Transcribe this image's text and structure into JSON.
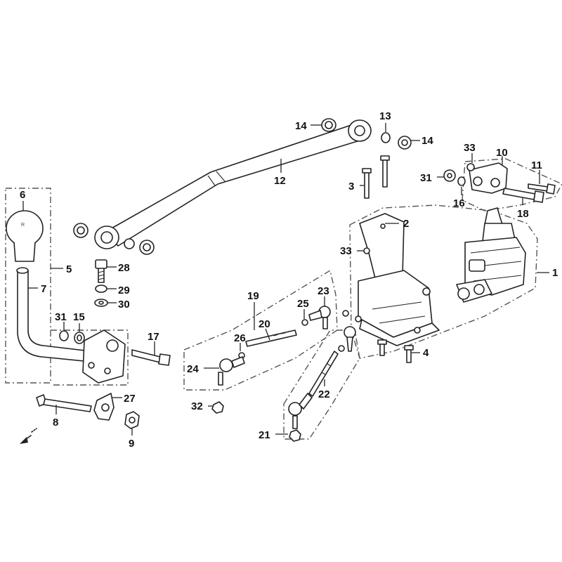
{
  "callouts": [
    {
      "id": "1",
      "label": "1"
    },
    {
      "id": "2",
      "label": "2"
    },
    {
      "id": "3",
      "label": "3"
    },
    {
      "id": "4",
      "label": "4"
    },
    {
      "id": "5",
      "label": "5"
    },
    {
      "id": "6",
      "label": "6"
    },
    {
      "id": "7",
      "label": "7"
    },
    {
      "id": "8",
      "label": "8"
    },
    {
      "id": "9",
      "label": "9"
    },
    {
      "id": "10",
      "label": "10"
    },
    {
      "id": "11",
      "label": "11"
    },
    {
      "id": "12",
      "label": "12"
    },
    {
      "id": "13",
      "label": "13"
    },
    {
      "id": "14a",
      "label": "14"
    },
    {
      "id": "14b",
      "label": "14"
    },
    {
      "id": "15",
      "label": "15"
    },
    {
      "id": "16",
      "label": "16"
    },
    {
      "id": "17",
      "label": "17"
    },
    {
      "id": "18",
      "label": "18"
    },
    {
      "id": "19",
      "label": "19"
    },
    {
      "id": "20",
      "label": "20"
    },
    {
      "id": "21",
      "label": "21"
    },
    {
      "id": "22",
      "label": "22"
    },
    {
      "id": "23",
      "label": "23"
    },
    {
      "id": "24",
      "label": "24"
    },
    {
      "id": "25",
      "label": "25"
    },
    {
      "id": "26",
      "label": "26"
    },
    {
      "id": "27",
      "label": "27"
    },
    {
      "id": "28",
      "label": "28"
    },
    {
      "id": "29",
      "label": "29"
    },
    {
      "id": "30",
      "label": "30"
    },
    {
      "id": "31a",
      "label": "31"
    },
    {
      "id": "31b",
      "label": "31"
    },
    {
      "id": "32",
      "label": "32"
    },
    {
      "id": "33a",
      "label": "33"
    },
    {
      "id": "33b",
      "label": "33"
    }
  ]
}
